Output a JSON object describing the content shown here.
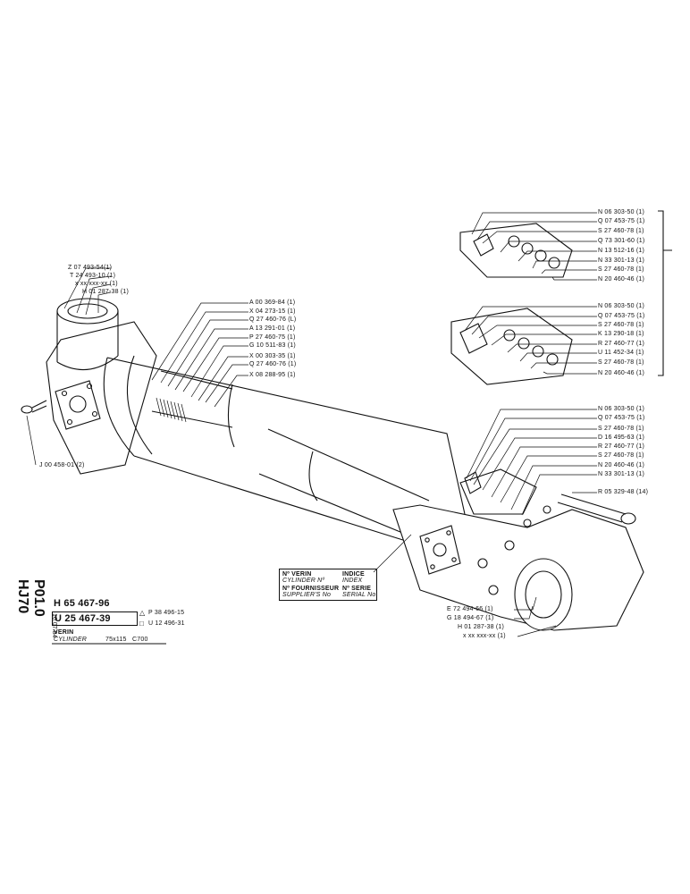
{
  "title_block": {
    "code_main": "HJ70",
    "code_sub": "P01.0",
    "date": "16.07.84",
    "part_number": "H 65 467-96",
    "part_number_alt": "U 25 467-39",
    "ref_triangle": "P 38 496-15",
    "ref_square": "U 12 496-31",
    "name_fr": "VERIN",
    "name_en": "CYLINDER",
    "size": "75x115",
    "model": "C700"
  },
  "index_box": {
    "verin_fr": "Nº VERIN",
    "verin_en": "CYLINDER Nº",
    "fournisseur_fr": "Nº FOURNISSEUR",
    "fournisseur_en": "SUPPLIER'S No",
    "indice_fr": "INDICE",
    "indice_en": "INDEX",
    "serie_fr": "Nº SERIE",
    "serie_en": "SERIAL No"
  },
  "labels": {
    "top_left": [
      "Z 07 493-54(1)",
      "T 24 493-10 (1)",
      "x xx xxx-xx (1)",
      "H 01 287-38 (1)"
    ],
    "fitting": "J 00 458-01 (2)",
    "middle": [
      "A 00 369-84 (1)",
      "X 04 273-15 (1)",
      "Q 27 460-76 (L)",
      "A 13 291-01 (1)",
      "P 27 460-75 (1)",
      "G 10 511-83 (1)",
      "X 00 303-35 (1)",
      "Q 27 460-76 (1)",
      "X 08 288-95 (1)"
    ],
    "right_group_1": [
      "N 06 303-50 (1)",
      "Q 07 453-75 (1)",
      "S 27 460-78 (1)",
      "Q 73 301-60 (1)",
      "N 13 512-16 (1)",
      "N 33 301-13 (1)",
      "S 27 460-78 (1)",
      "N 20 460-46 (1)"
    ],
    "right_group_2": [
      "N 06 303-50 (1)",
      "Q 07 453-75 (1)",
      "S 27 460-78 (1)",
      "K 13 290-18 (1)",
      "R 27 460-77 (1)",
      "U 11 452-34 (1)",
      "S 27 460-78 (1)",
      "N 20 460-46 (1)"
    ],
    "right_group_3": [
      "N 06 303-50 (1)",
      "Q 07 453-75 (1)",
      "S 27 460-78 (1)",
      "D 16 495-63 (1)",
      "R 27 460-77 (1)",
      "S 27 460-78 (1)",
      "N 20 460-46 (1)",
      "N 33 301-13 (1)"
    ],
    "bolt": "R 05 329-48 (14)",
    "bottom_right": [
      "E 72 494-66 (1)",
      "G 18 494-67 (1)",
      "H 01 287-38 (1)",
      "x xx xxx-xx (1)"
    ]
  }
}
